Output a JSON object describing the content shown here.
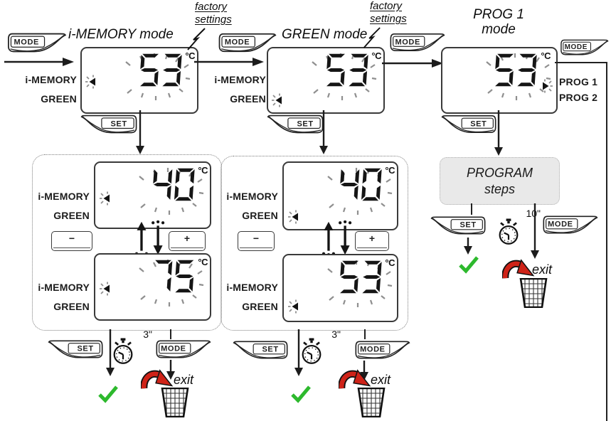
{
  "colors": {
    "check": "#2db92d",
    "exit_arrow": "#cf2318",
    "program_box_bg": "#e9e9e9",
    "line": "#1a1a1a"
  },
  "buttons": {
    "mode": "MODE",
    "set": "SET",
    "minus": "−",
    "plus": "+"
  },
  "unit": "°C",
  "mode_labels": {
    "imemory": "i-MEMORY",
    "green": "GREEN",
    "prog1": "PROG 1",
    "prog2": "PROG 2"
  },
  "titles": {
    "col1": "i-MEMORY mode",
    "col2": "GREEN mode",
    "col3_line1": "PROG 1",
    "col3_line2": "mode"
  },
  "factory_note": {
    "line1": "factory",
    "line2": "settings"
  },
  "program_box": {
    "line1": "PROGRAM",
    "line2": "steps"
  },
  "timers": {
    "hold_set": "3\"",
    "auto_exit": "10\""
  },
  "exit_label": "exit",
  "displays": {
    "top_imemory": "53",
    "top_green": "53",
    "top_prog": "53",
    "imemory_min": "40",
    "imemory_max": "75",
    "green_eco": "40",
    "green_set": "53"
  }
}
